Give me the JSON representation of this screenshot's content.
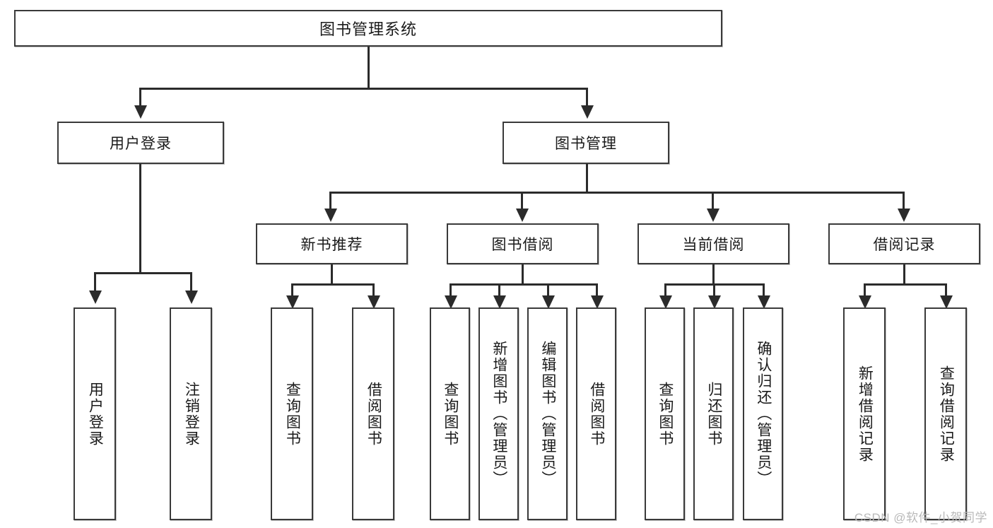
{
  "diagram": {
    "type": "tree-hierarchy",
    "title": "图书管理系统",
    "watermark": "CSDN @软件_小贺同学",
    "colors": {
      "box_border": "#3a3a3a",
      "connector": "#2b2b2b",
      "text": "#1a1a1a",
      "background": "#ffffff",
      "watermark": "#b9b9b9"
    },
    "levels": {
      "root": {
        "label": "图书管理系统"
      },
      "level2": [
        {
          "label": "用户登录"
        },
        {
          "label": "图书管理"
        }
      ],
      "level3": [
        {
          "label": "新书推荐"
        },
        {
          "label": "图书借阅"
        },
        {
          "label": "当前借阅"
        },
        {
          "label": "借阅记录"
        }
      ],
      "leaves": {
        "user_login": [
          {
            "label": "用户登录"
          },
          {
            "label": "注销登录"
          }
        ],
        "new_book_recommend": [
          {
            "label": "查询图书"
          },
          {
            "label": "借阅图书"
          }
        ],
        "book_borrow": [
          {
            "label": "查询图书"
          },
          {
            "label": "新增图书（管理员）"
          },
          {
            "label": "编辑图书（管理员）"
          },
          {
            "label": "借阅图书"
          }
        ],
        "current_borrow": [
          {
            "label": "查询图书"
          },
          {
            "label": "归还图书"
          },
          {
            "label": "确认归还（管理员）"
          }
        ],
        "borrow_record": [
          {
            "label": "新增借阅记录"
          },
          {
            "label": "查询借阅记录"
          }
        ]
      }
    }
  }
}
